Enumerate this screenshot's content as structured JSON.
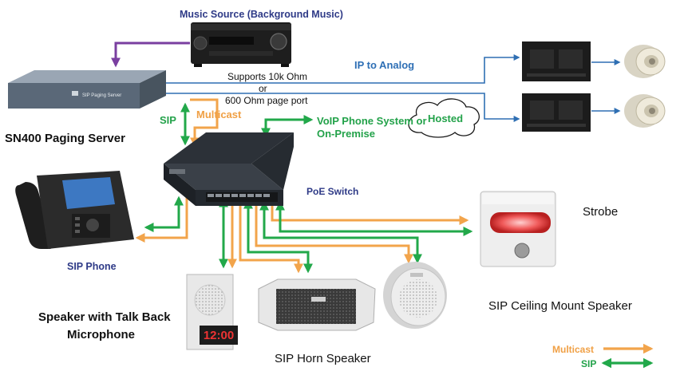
{
  "labels": {
    "music_source": "Music Source (Background Music)",
    "supports": "Supports 10k Ohm",
    "or": "or",
    "page_port": "600 Ohm page port",
    "ip_to_analog": "IP to Analog",
    "paging_server": "SN400 Paging Server",
    "sip_left": "SIP",
    "multicast_top": "Multicast",
    "voip_line1": "VoIP Phone System  or",
    "voip_line2": "On-Premise",
    "hosted": "Hosted",
    "poe_switch": "PoE Switch",
    "sip_phone": "SIP Phone",
    "strobe": "Strobe",
    "talkback_line1": "Speaker with Talk Back",
    "talkback_line2": "Microphone",
    "horn": "SIP Horn Speaker",
    "ceiling": "SIP Ceiling Mount Speaker",
    "legend_multicast": "Multicast",
    "legend_sip": "SIP",
    "server_face_label": "SIP Paging Server",
    "clock_display": "12:00"
  },
  "colors": {
    "sip": "#22a84a",
    "multicast": "#f2a44b",
    "ip_line": "#2f6fb3",
    "music": "#7a3fa0",
    "title_blue": "#2e3a87",
    "ip_blue": "#2e6fb5",
    "green_text": "#23a24a",
    "orange_text": "#f0a045"
  }
}
